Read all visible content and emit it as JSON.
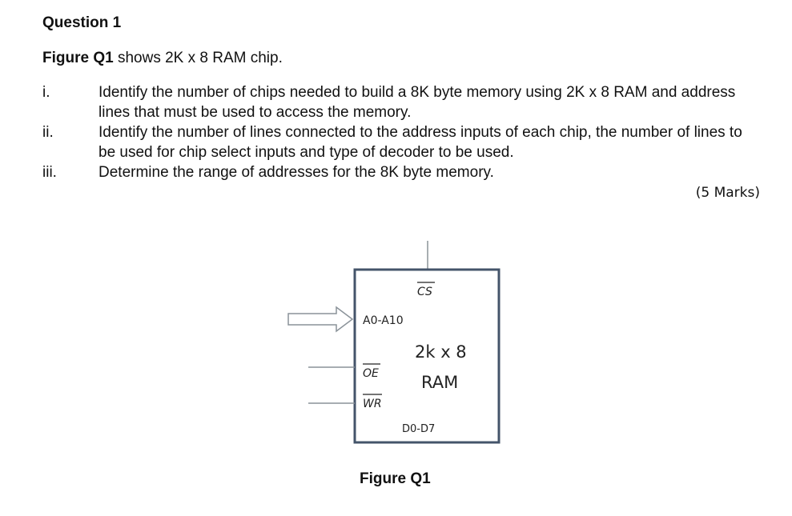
{
  "question": {
    "title": "Question 1",
    "intro_bold": "Figure Q1",
    "intro_rest": " shows 2K x 8 RAM chip.",
    "items": [
      {
        "num": "i.",
        "text": "Identify the number of chips needed to build a 8K byte memory using 2K x 8 RAM and address lines that must be used to access the memory."
      },
      {
        "num": "ii.",
        "text": "Identify the number of lines connected to the address inputs of each chip, the number of lines to be used for chip select inputs and type of decoder to be used."
      },
      {
        "num": "iii.",
        "text": "Determine the range of addresses for the 8K byte memory."
      }
    ],
    "marks": "(5 Marks)"
  },
  "figure": {
    "cs_label": "CS",
    "address_label": "A0-A10",
    "chip_line1": "2k x 8",
    "chip_line2": "RAM",
    "oe_label": "OE",
    "wr_label": "WR",
    "data_label": "D0-D7",
    "caption": "Figure Q1",
    "box_color": "#44546a"
  }
}
